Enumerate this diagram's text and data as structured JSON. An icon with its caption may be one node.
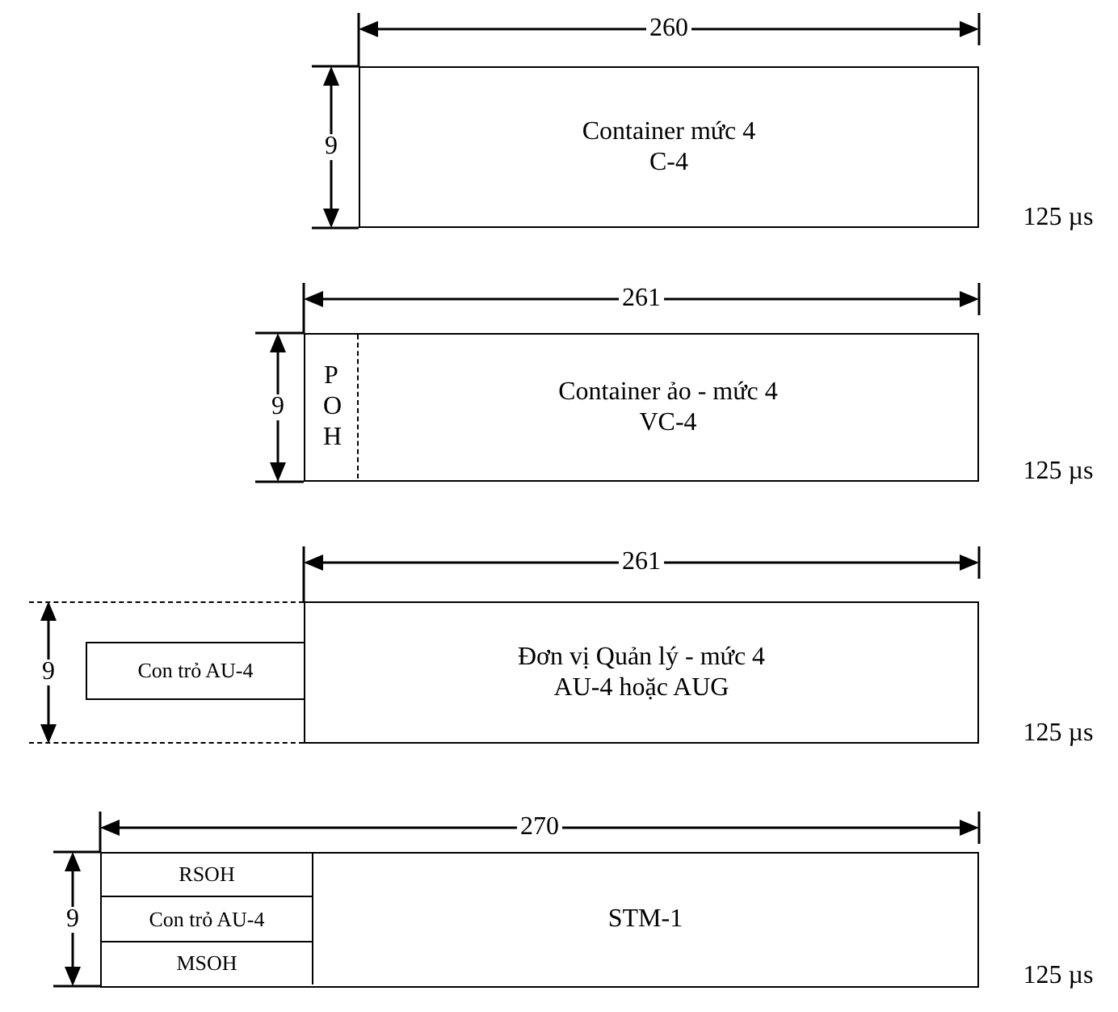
{
  "diagram": {
    "nodes": [
      {
        "text": [
          "Container mức 4",
          "C-4"
        ]
      },
      {
        "text": [
          "Container ảo - mức 4",
          "VC-4"
        ]
      },
      {
        "text": [
          "P O H"
        ],
        "in": 1
      },
      {
        "text": [],
        "shape": "box"
      },
      {
        "text": [
          "Con trỏ AU-4"
        ],
        "in": 3
      },
      {
        "text": [
          "Đơn vị Quản lý - mức 4",
          "AU-4 hoặc AUG"
        ]
      },
      {
        "text": [
          "STM-1"
        ]
      },
      {
        "text": [
          "RSOH"
        ],
        "in": 6
      },
      {
        "text": [
          "Con trỏ AU-4"
        ],
        "in": 6
      },
      {
        "text": [
          "MSOH"
        ],
        "in": 6
      }
    ],
    "labels": [
      "260",
      "9",
      "125 µs",
      "261",
      "9",
      "125 µs",
      "261",
      "9",
      "125 µs",
      "270",
      "9",
      "125 µs"
    ]
  }
}
